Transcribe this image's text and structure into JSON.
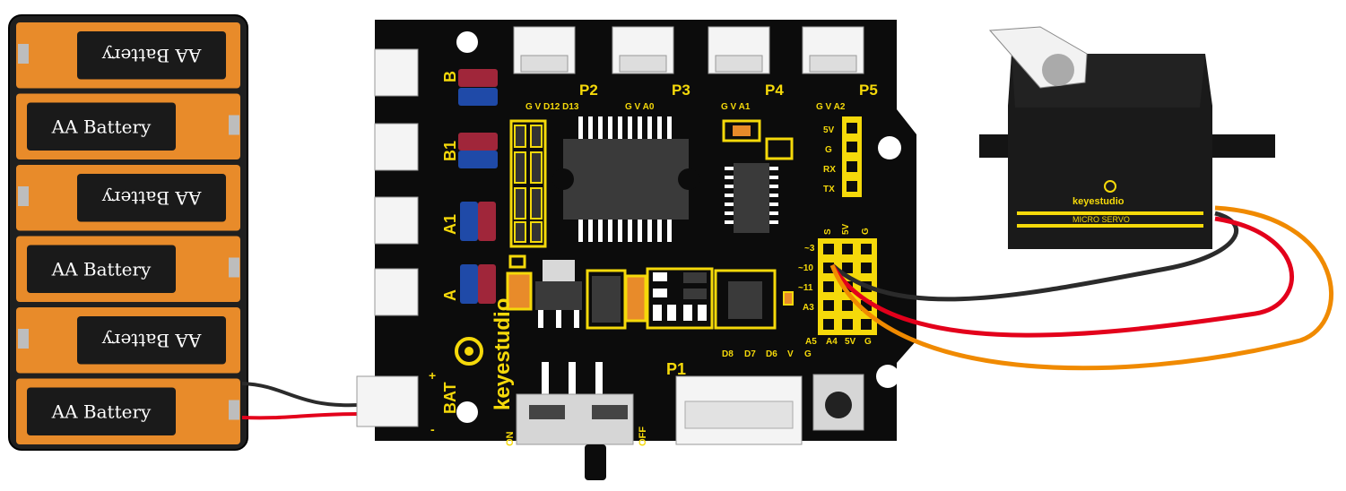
{
  "battery_pack": {
    "cells": [
      {
        "label": "AA Battery",
        "flipped": true
      },
      {
        "label": "AA Battery",
        "flipped": false
      },
      {
        "label": "AA Battery",
        "flipped": true
      },
      {
        "label": "AA Battery",
        "flipped": false
      },
      {
        "label": "AA Battery",
        "flipped": true
      },
      {
        "label": "AA Battery",
        "flipped": false
      }
    ]
  },
  "board": {
    "brand": "keyestudio",
    "header_labels": [
      "P2",
      "P3",
      "P4",
      "P5"
    ],
    "header_pins": [
      "G  V  D12  D13",
      "G  V  A0",
      "G  V  A1",
      "G  V  A2"
    ],
    "motor_ports": [
      "B",
      "B1",
      "A1",
      "A"
    ],
    "bat_label": "BAT",
    "bat_plus": "+",
    "bat_minus": "-",
    "uart_pins": [
      "5V",
      "G",
      "RX",
      "TX"
    ],
    "servo_header_top": [
      "S",
      "5V",
      "G"
    ],
    "servo_rows": [
      "~3",
      "~10",
      "~11",
      "A3"
    ],
    "servo_bottom": [
      "A5",
      "A4",
      "5V",
      "G"
    ],
    "p1_label": "P1",
    "p1_pins": [
      "D8",
      "D7",
      "D6",
      "V",
      "G"
    ],
    "switch_on": "ON",
    "switch_off": "OFF"
  },
  "servo": {
    "brand": "keyestudio",
    "model": "MICRO SERVO"
  },
  "colors": {
    "board": "#0c0c0c",
    "silk": "#f5d90a",
    "wire_black": "#2b2b2b",
    "wire_red": "#e3001b",
    "wire_orange": "#f08a00",
    "battery_orange": "#e88b2a",
    "battery_black": "#1a1a1a"
  }
}
